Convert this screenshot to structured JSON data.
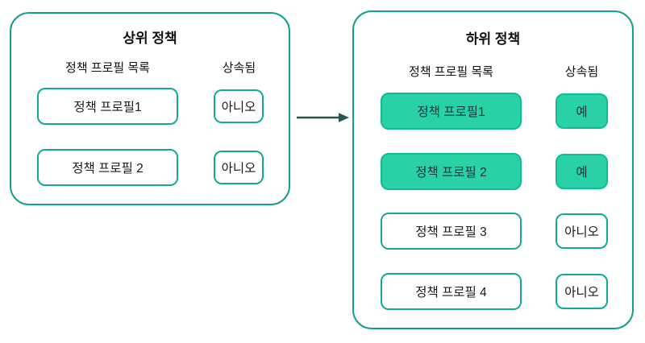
{
  "diagram": {
    "colors": {
      "box_border": "#16a08c",
      "pill_border": "#10aa96",
      "highlight_fill": "#2ad0a6",
      "highlight_border": "#0dbe94",
      "arrow": "#25564e"
    },
    "arrow": {
      "direction": "right"
    },
    "parent": {
      "title": "상위 정책",
      "col_profiles": "정책 프로필 목록",
      "col_inherited": "상속됨",
      "rows": [
        {
          "profile": "정책 프로필1",
          "inherited": "아니오",
          "highlighted": false
        },
        {
          "profile": "정책 프로필 2",
          "inherited": "아니오",
          "highlighted": false
        }
      ]
    },
    "child": {
      "title": "하위 정책",
      "col_profiles": "정책 프로필 목록",
      "col_inherited": "상속됨",
      "rows": [
        {
          "profile": "정책 프로필1",
          "inherited": "예",
          "highlighted": true
        },
        {
          "profile": "정책 프로필 2",
          "inherited": "예",
          "highlighted": true
        },
        {
          "profile": "정책 프로필 3",
          "inherited": "아니오",
          "highlighted": false
        },
        {
          "profile": "정책 프로필 4",
          "inherited": "아니오",
          "highlighted": false
        }
      ]
    }
  }
}
